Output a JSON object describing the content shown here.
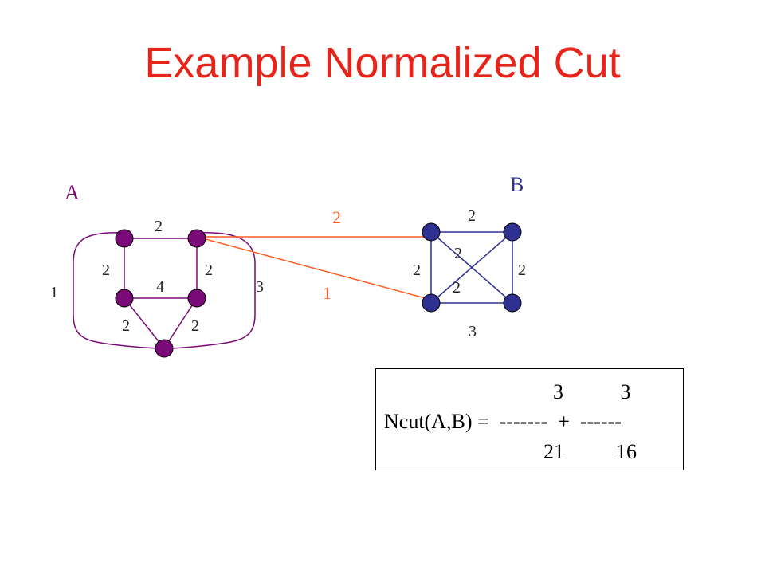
{
  "title": "Example Normalized Cut",
  "set_labels": {
    "a": "A",
    "b": "B"
  },
  "colors": {
    "title": "#e8231a",
    "set_a_nodes": "#7a0a78",
    "set_b_nodes": "#2e3192",
    "set_a_label": "#7a0a78",
    "set_b_label": "#2e3192",
    "set_a_edges": "#7a0a78",
    "set_b_edges": "#2e3192",
    "cut_edges": "#ff5a1f"
  },
  "graph_a": {
    "edge_weights": {
      "top": "2",
      "left": "2",
      "right": "2",
      "middle": "4",
      "bottom_left": "2",
      "bottom_right": "2",
      "outer_left": "1",
      "outer_right": "3"
    }
  },
  "graph_b": {
    "edge_weights": {
      "top": "2",
      "left": "2",
      "right": "2",
      "diagonal_upper": "2",
      "diagonal_lower": "2",
      "bottom": "3"
    }
  },
  "cut_edges": {
    "upper": "2",
    "lower": "1"
  },
  "formula": {
    "numerators": "3           3",
    "equation": "Ncut(A,B) =  -------  +  ------",
    "denominators": "21          16"
  }
}
